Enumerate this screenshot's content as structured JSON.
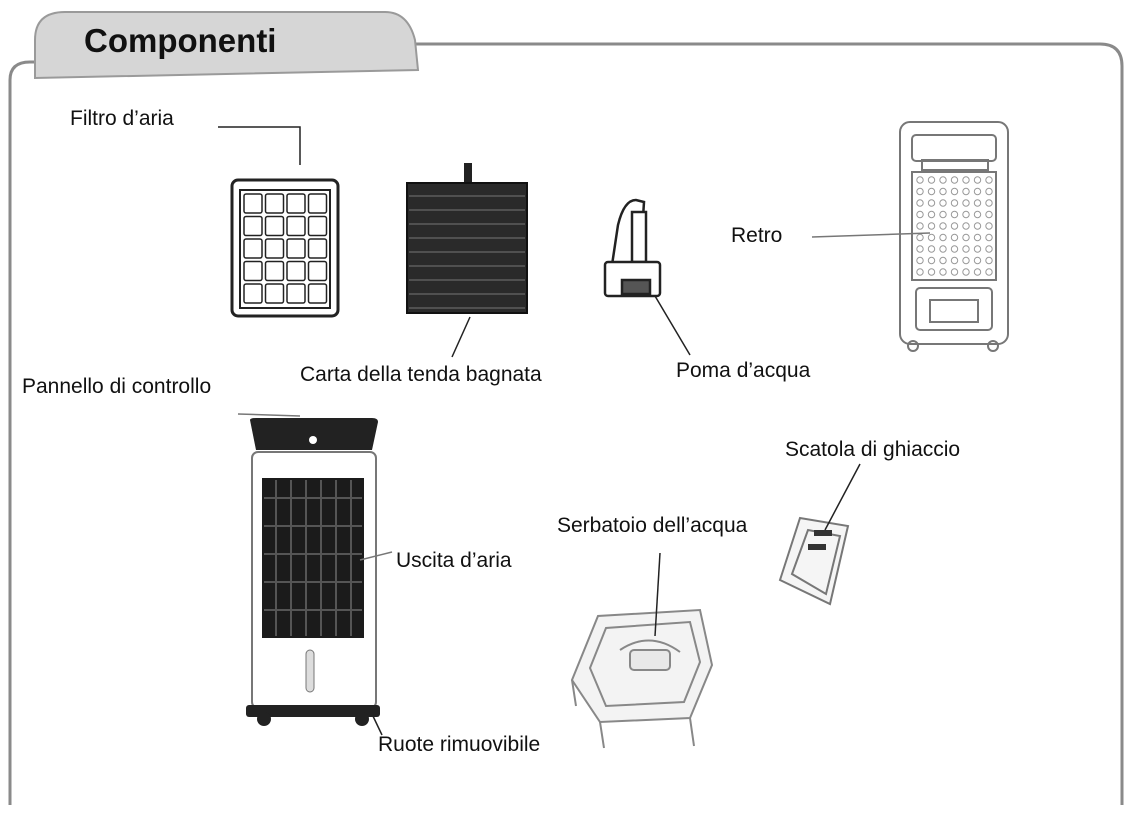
{
  "title": "Componenti",
  "labels": {
    "air_filter": "Filtro d’aria",
    "wet_curtain": "Carta della tenda bagnata",
    "water_pump": "Poma d’acqua",
    "back": "Retro",
    "control_panel": "Pannello di controllo",
    "ice_box": "Scatola di ghiaccio",
    "water_tank": "Serbatoio dell’acqua",
    "air_outlet": "Uscita d’aria",
    "wheels": "Ruote rimuovibile"
  },
  "colors": {
    "frame": "#8a8a8a",
    "tab": "#d6d6d6",
    "ink": "#222222"
  }
}
